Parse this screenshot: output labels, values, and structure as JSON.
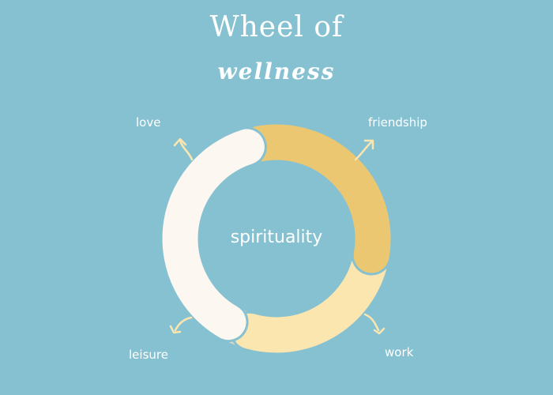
{
  "title": {
    "line1": "Wheel of",
    "line2": "wellness"
  },
  "center": {
    "label": "spirituality"
  },
  "segments": [
    {
      "key": "love",
      "label": "love",
      "color": "#fcf7f0"
    },
    {
      "key": "friendship",
      "label": "friendship",
      "color": "#ebc772"
    },
    {
      "key": "work",
      "label": "work",
      "color": "#fbe6b0"
    },
    {
      "key": "leisure",
      "label": "leisure",
      "color": "#dfd7c5"
    }
  ],
  "colors": {
    "background": "#86c1d1",
    "arrow": "#fbe6b0",
    "text": "#ffffff"
  }
}
